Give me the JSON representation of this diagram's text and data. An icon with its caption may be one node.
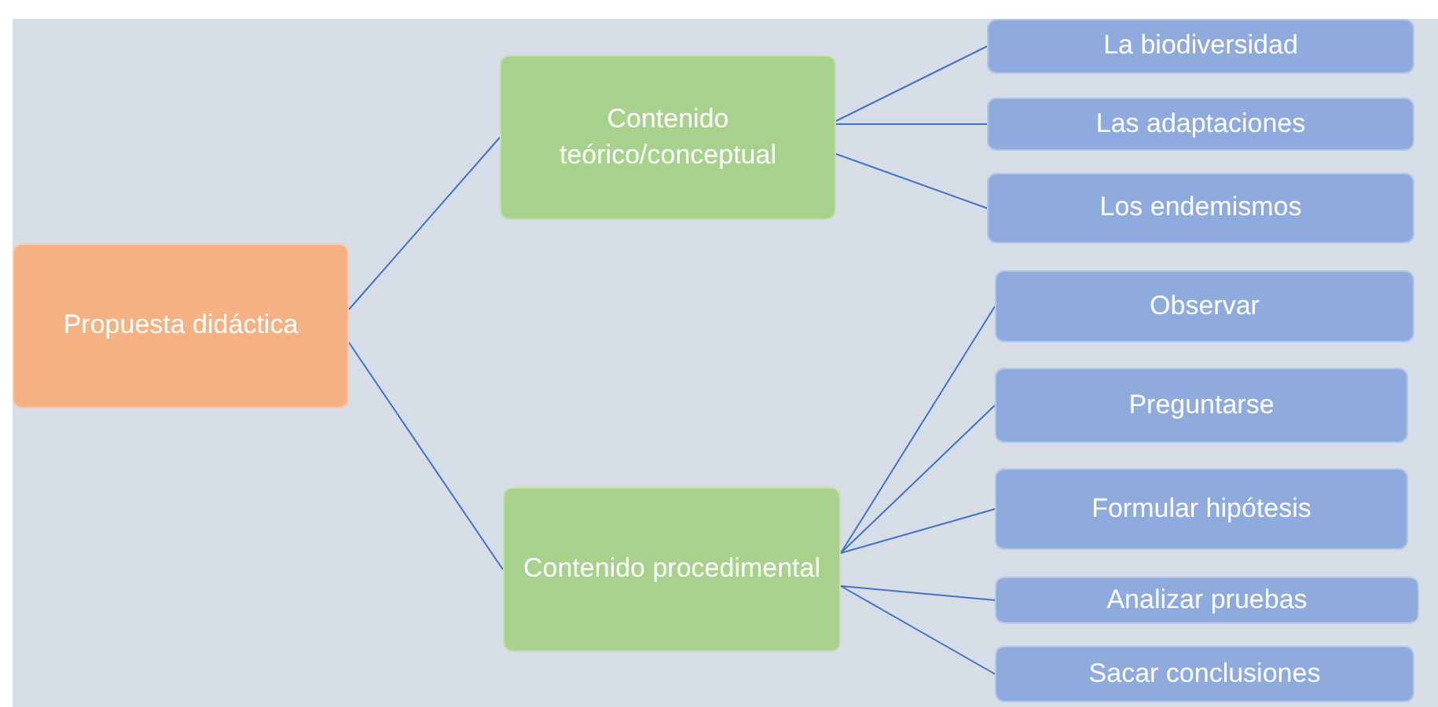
{
  "diagram": {
    "nodes": [
      {
        "text": [
          "Propuesta didáctica"
        ]
      },
      {
        "text": [
          "Contenido teórico/conceptual"
        ]
      },
      {
        "text": [
          "Contenido procedimental"
        ]
      },
      {
        "text": [
          "La biodiversidad"
        ]
      },
      {
        "text": [
          "Las adaptaciones"
        ]
      },
      {
        "text": [
          "Los endemismos"
        ]
      },
      {
        "text": [
          "Observar"
        ]
      },
      {
        "text": [
          "Preguntarse"
        ]
      },
      {
        "text": [
          "Formular hipótesis"
        ]
      },
      {
        "text": [
          "Analizar pruebas"
        ]
      },
      {
        "text": [
          "Sacar conclusiones"
        ]
      }
    ],
    "edges": [
      {
        "from": 0,
        "to": 1,
        "arrow": "none"
      },
      {
        "from": 0,
        "to": 2,
        "arrow": "none"
      },
      {
        "from": 1,
        "to": 3,
        "arrow": "none"
      },
      {
        "from": 1,
        "to": 4,
        "arrow": "none"
      },
      {
        "from": 1,
        "to": 5,
        "arrow": "none"
      },
      {
        "from": 2,
        "to": 6,
        "arrow": "none"
      },
      {
        "from": 2,
        "to": 7,
        "arrow": "none"
      },
      {
        "from": 2,
        "to": 8,
        "arrow": "none"
      },
      {
        "from": 2,
        "to": 9,
        "arrow": "none"
      },
      {
        "from": 2,
        "to": 10,
        "arrow": "none"
      }
    ]
  }
}
